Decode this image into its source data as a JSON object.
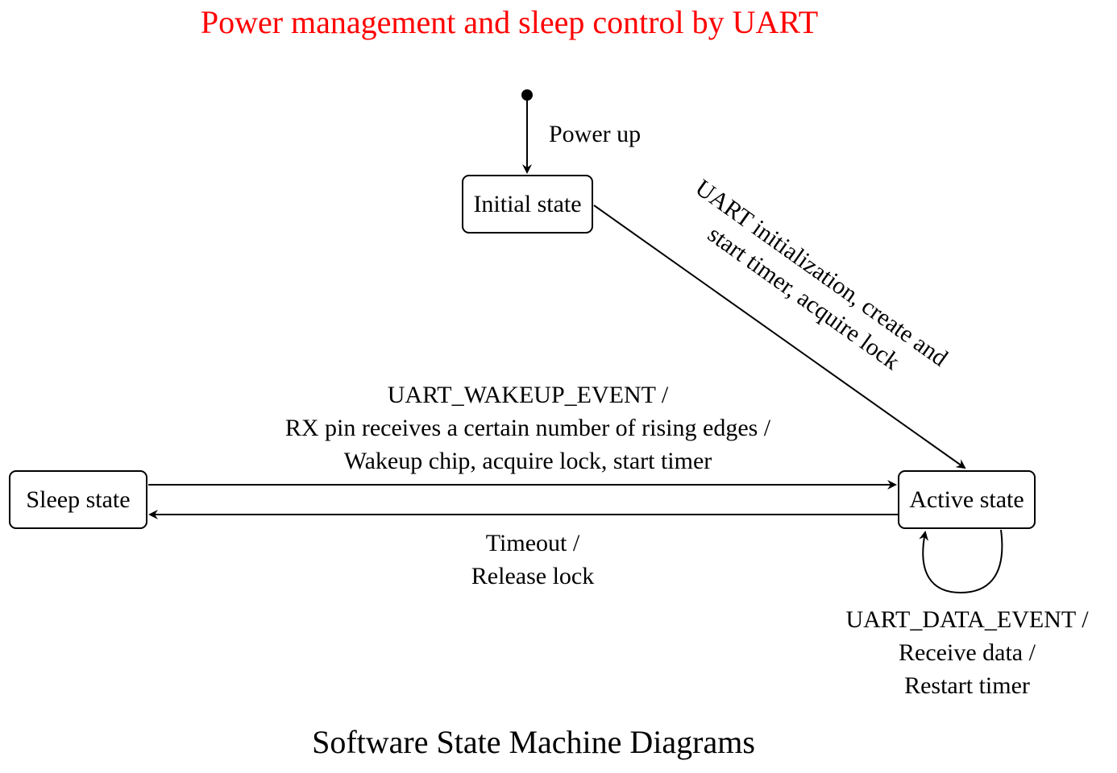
{
  "title": "Power management and sleep control by UART",
  "caption": "Software State Machine Diagrams",
  "colors": {
    "title": "#ff0000",
    "lines": "#000000",
    "background": "#ffffff"
  },
  "states": {
    "initial": "Initial state",
    "sleep": "Sleep state",
    "active": "Active state"
  },
  "transitions": {
    "power_up": "Power up",
    "init_to_active": {
      "line1": "UART initialization, create and",
      "line2": "start timer, acquire lock"
    },
    "sleep_to_active": {
      "line1": "UART_WAKEUP_EVENT /",
      "line2": "RX pin receives a certain number of rising edges /",
      "line3": "Wakeup chip, acquire lock, start timer"
    },
    "active_to_sleep": {
      "line1": "Timeout /",
      "line2": "Release lock"
    },
    "active_self_loop": {
      "line1": "UART_DATA_EVENT /",
      "line2": "Receive data /",
      "line3": "Restart timer"
    }
  }
}
